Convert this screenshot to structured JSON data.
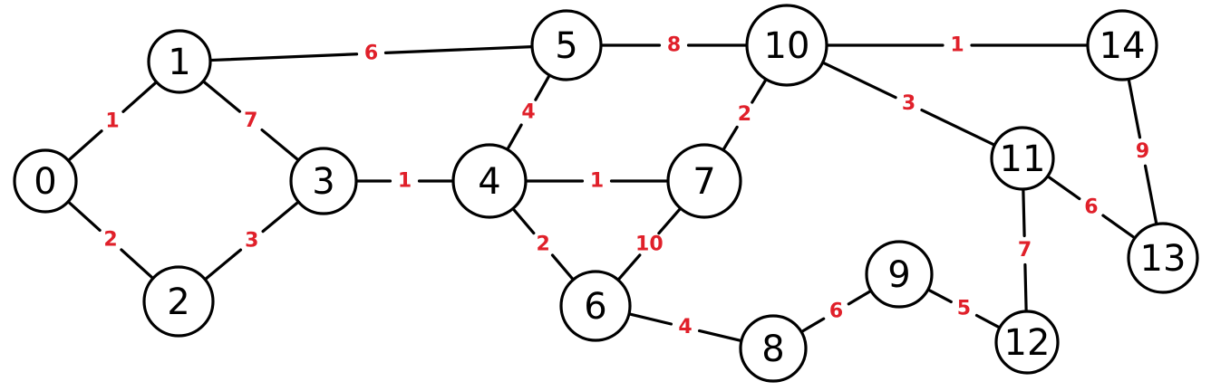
{
  "graph": {
    "colors": {
      "stroke": "#000000",
      "weight": "#e0202a",
      "background": "#ffffff"
    },
    "nodes": [
      {
        "id": "0",
        "label": "0"
      },
      {
        "id": "1",
        "label": "1"
      },
      {
        "id": "2",
        "label": "2"
      },
      {
        "id": "3",
        "label": "3"
      },
      {
        "id": "4",
        "label": "4"
      },
      {
        "id": "5",
        "label": "5"
      },
      {
        "id": "6",
        "label": "6"
      },
      {
        "id": "7",
        "label": "7"
      },
      {
        "id": "8",
        "label": "8"
      },
      {
        "id": "9",
        "label": "9"
      },
      {
        "id": "10",
        "label": "10"
      },
      {
        "id": "11",
        "label": "11"
      },
      {
        "id": "12",
        "label": "12"
      },
      {
        "id": "13",
        "label": "13"
      },
      {
        "id": "14",
        "label": "14"
      }
    ],
    "edges": [
      {
        "from": "0",
        "to": "1",
        "weight": "1"
      },
      {
        "from": "0",
        "to": "2",
        "weight": "2"
      },
      {
        "from": "1",
        "to": "3",
        "weight": "7"
      },
      {
        "from": "1",
        "to": "5",
        "weight": "6"
      },
      {
        "from": "2",
        "to": "3",
        "weight": "3"
      },
      {
        "from": "3",
        "to": "4",
        "weight": "1"
      },
      {
        "from": "4",
        "to": "5",
        "weight": "4"
      },
      {
        "from": "4",
        "to": "7",
        "weight": "1"
      },
      {
        "from": "4",
        "to": "6",
        "weight": "2"
      },
      {
        "from": "5",
        "to": "10",
        "weight": "8"
      },
      {
        "from": "6",
        "to": "7",
        "weight": "10"
      },
      {
        "from": "6",
        "to": "8",
        "weight": "4"
      },
      {
        "from": "7",
        "to": "10",
        "weight": "2"
      },
      {
        "from": "8",
        "to": "9",
        "weight": "6"
      },
      {
        "from": "9",
        "to": "12",
        "weight": "5"
      },
      {
        "from": "10",
        "to": "14",
        "weight": "1"
      },
      {
        "from": "10",
        "to": "11",
        "weight": "3"
      },
      {
        "from": "11",
        "to": "12",
        "weight": "7"
      },
      {
        "from": "11",
        "to": "13",
        "weight": "6"
      },
      {
        "from": "14",
        "to": "13",
        "weight": "9"
      }
    ]
  }
}
